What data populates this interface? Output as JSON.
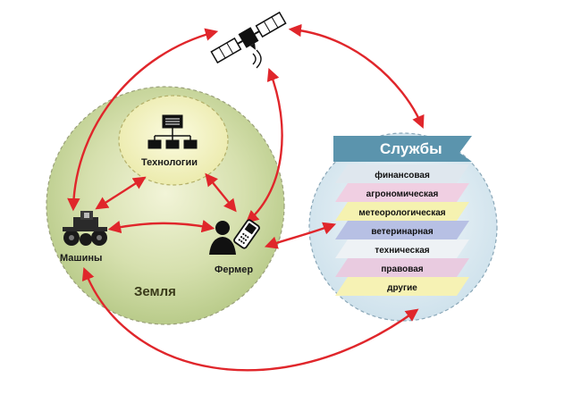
{
  "nodes": {
    "technologies": "Технологии",
    "machines": "Машины",
    "farmer": "Фермер",
    "earth": "Земля"
  },
  "services": {
    "title": "Службы",
    "items": [
      {
        "label": "финансовая",
        "color": "#dfe7ee"
      },
      {
        "label": "агрономическая",
        "color": "#f0cfe2"
      },
      {
        "label": "метеорологическая",
        "color": "#f5f2b0"
      },
      {
        "label": "ветеринарная",
        "color": "#b7c0e4"
      },
      {
        "label": "техническая",
        "color": "#eef2f5"
      },
      {
        "label": "правовая",
        "color": "#e9cbe0"
      },
      {
        "label": "другие",
        "color": "#f6f2b4"
      }
    ]
  },
  "colors": {
    "arrow": "#e0262b",
    "earth_fill": "#c9d7a4",
    "tech_fill": "#efefb5",
    "services_fill": "#dbeaf2",
    "services_header": "#5b94ad"
  }
}
